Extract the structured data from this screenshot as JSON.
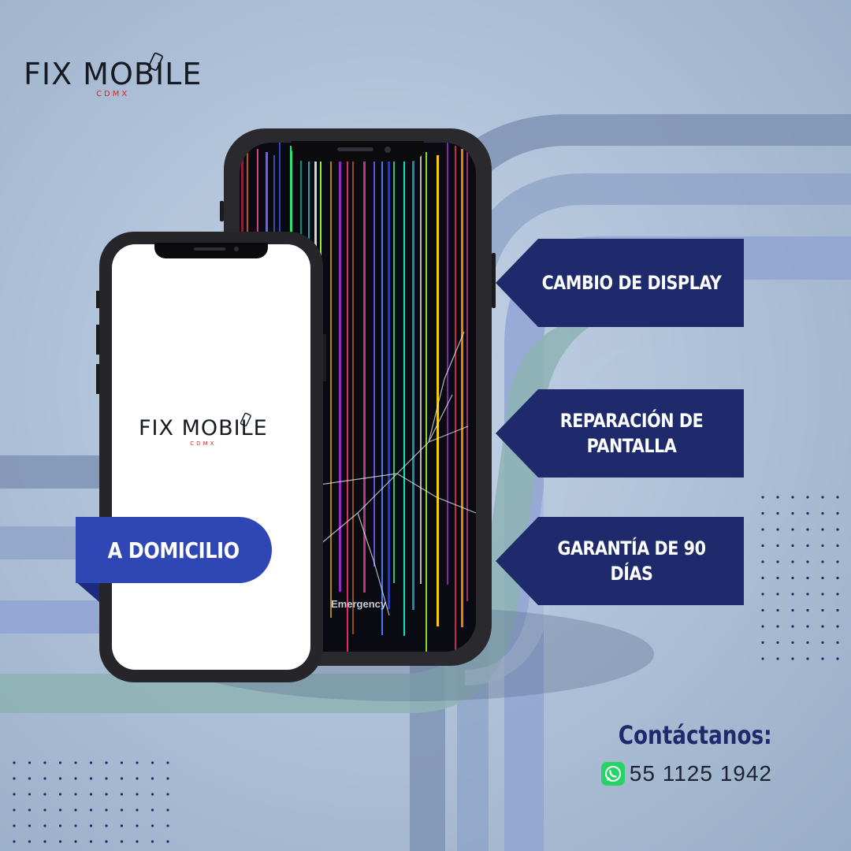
{
  "brand": {
    "name": "FIX MOBILE",
    "subtitle": "CDMX"
  },
  "services": [
    "CAMBIO DE DISPLAY",
    "REPARACIÓN DE PANTALLA",
    "GARANTÍA DE 90 DÍAS"
  ],
  "badge": "A DOMICILIO",
  "broken_phone": {
    "screen_text": "Emergency"
  },
  "contact": {
    "title": "Contáctanos:",
    "phone": "55 1125 1942",
    "icon": "whatsapp-icon"
  },
  "colors": {
    "navy_banner": "#1e2a6b",
    "blue_pill": "#2e47b5",
    "whatsapp_green": "#25d366",
    "logo_red": "#d62828"
  }
}
